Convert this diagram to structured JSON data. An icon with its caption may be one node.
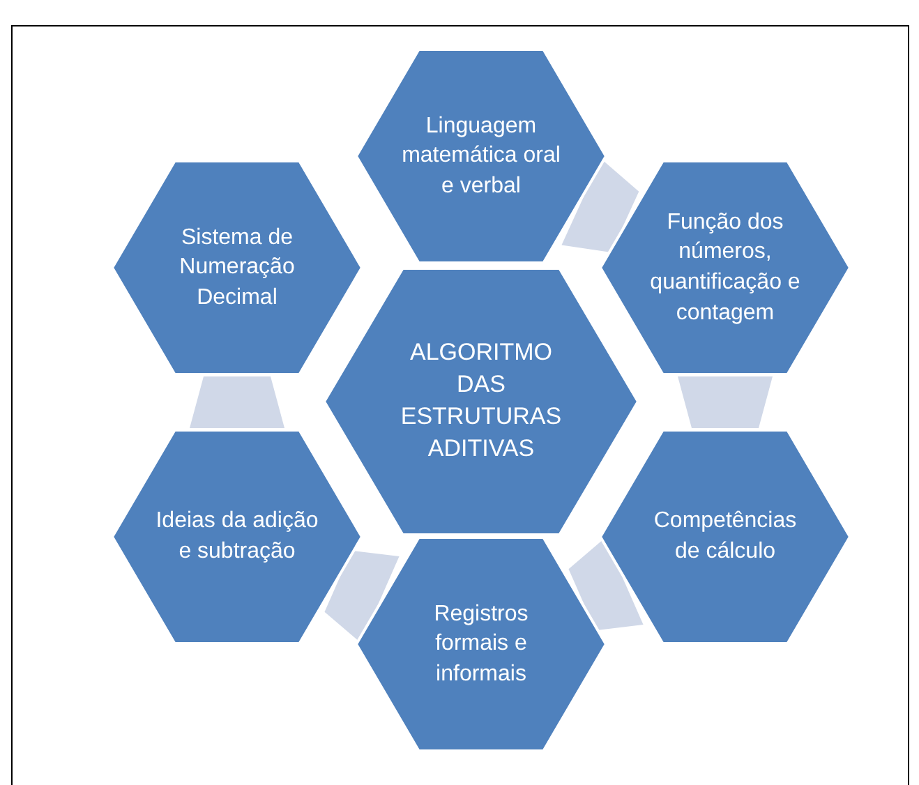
{
  "diagram": {
    "nodes": [
      {
        "text": [
          "Linguagem matemática oral e verbal"
        ]
      },
      {
        "text": [
          "Sistema de Numeração Decimal"
        ]
      },
      {
        "text": [
          "Função dos números, quantificação e contagem"
        ]
      },
      {
        "text": [
          "ALGORITMO DAS ESTRUTURAS ADITIVAS"
        ]
      },
      {
        "text": [
          "Ideias da adição e subtração"
        ]
      },
      {
        "text": [
          "Competências de cálculo"
        ]
      },
      {
        "text": [
          "Registros formais e informais"
        ]
      }
    ],
    "edges": [
      {
        "from": 0,
        "to": 2,
        "arrow": "none"
      },
      {
        "from": 2,
        "to": 5,
        "arrow": "none"
      },
      {
        "from": 5,
        "to": 6,
        "arrow": "none"
      },
      {
        "from": 6,
        "to": 4,
        "arrow": "none"
      },
      {
        "from": 4,
        "to": 1,
        "arrow": "none"
      }
    ]
  }
}
